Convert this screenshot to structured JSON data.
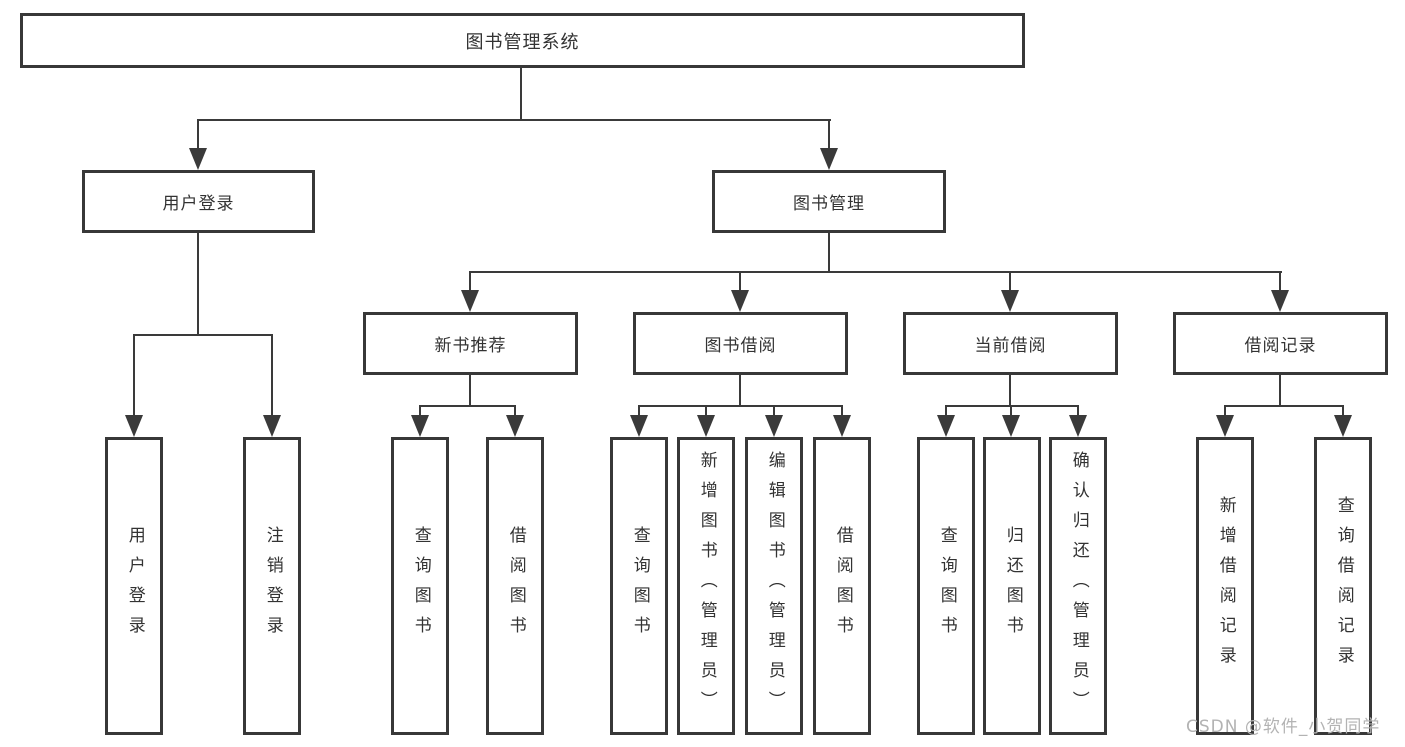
{
  "diagram": {
    "root": "图书管理系统",
    "branches": [
      {
        "label": "用户登录",
        "children": [
          "用户登录",
          "注销登录"
        ]
      },
      {
        "label": "图书管理",
        "sections": [
          {
            "label": "新书推荐",
            "children": [
              "查询图书",
              "借阅图书"
            ]
          },
          {
            "label": "图书借阅",
            "children": [
              "查询图书",
              "新增图书（管理员）",
              "编辑图书（管理员）",
              "借阅图书"
            ]
          },
          {
            "label": "当前借阅",
            "children": [
              "查询图书",
              "归还图书",
              "确认归还（管理员）"
            ]
          },
          {
            "label": "借阅记录",
            "children": [
              "新增借阅记录",
              "查询借阅记录"
            ]
          }
        ]
      }
    ]
  },
  "watermark": "CSDN @软件_小贺同学",
  "colors": {
    "line": "#3a3a3a",
    "box_border": "#383838",
    "text": "#333333",
    "watermark": "#b3b3b3",
    "background": "#ffffff"
  }
}
